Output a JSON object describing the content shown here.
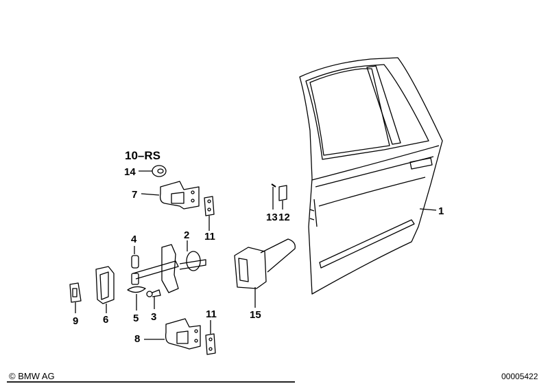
{
  "labels": {
    "p1": "1",
    "p2": "2",
    "p3": "3",
    "p4": "4",
    "p5": "5",
    "p6": "6",
    "p7": "7",
    "p8": "8",
    "p9": "9",
    "p10": "10–RS",
    "p11a": "11",
    "p11b": "11",
    "p12": "12",
    "p13": "13",
    "p14": "14",
    "p15": "15"
  },
  "footer": {
    "copyright": "© BMW AG",
    "image_number": "00005422"
  }
}
